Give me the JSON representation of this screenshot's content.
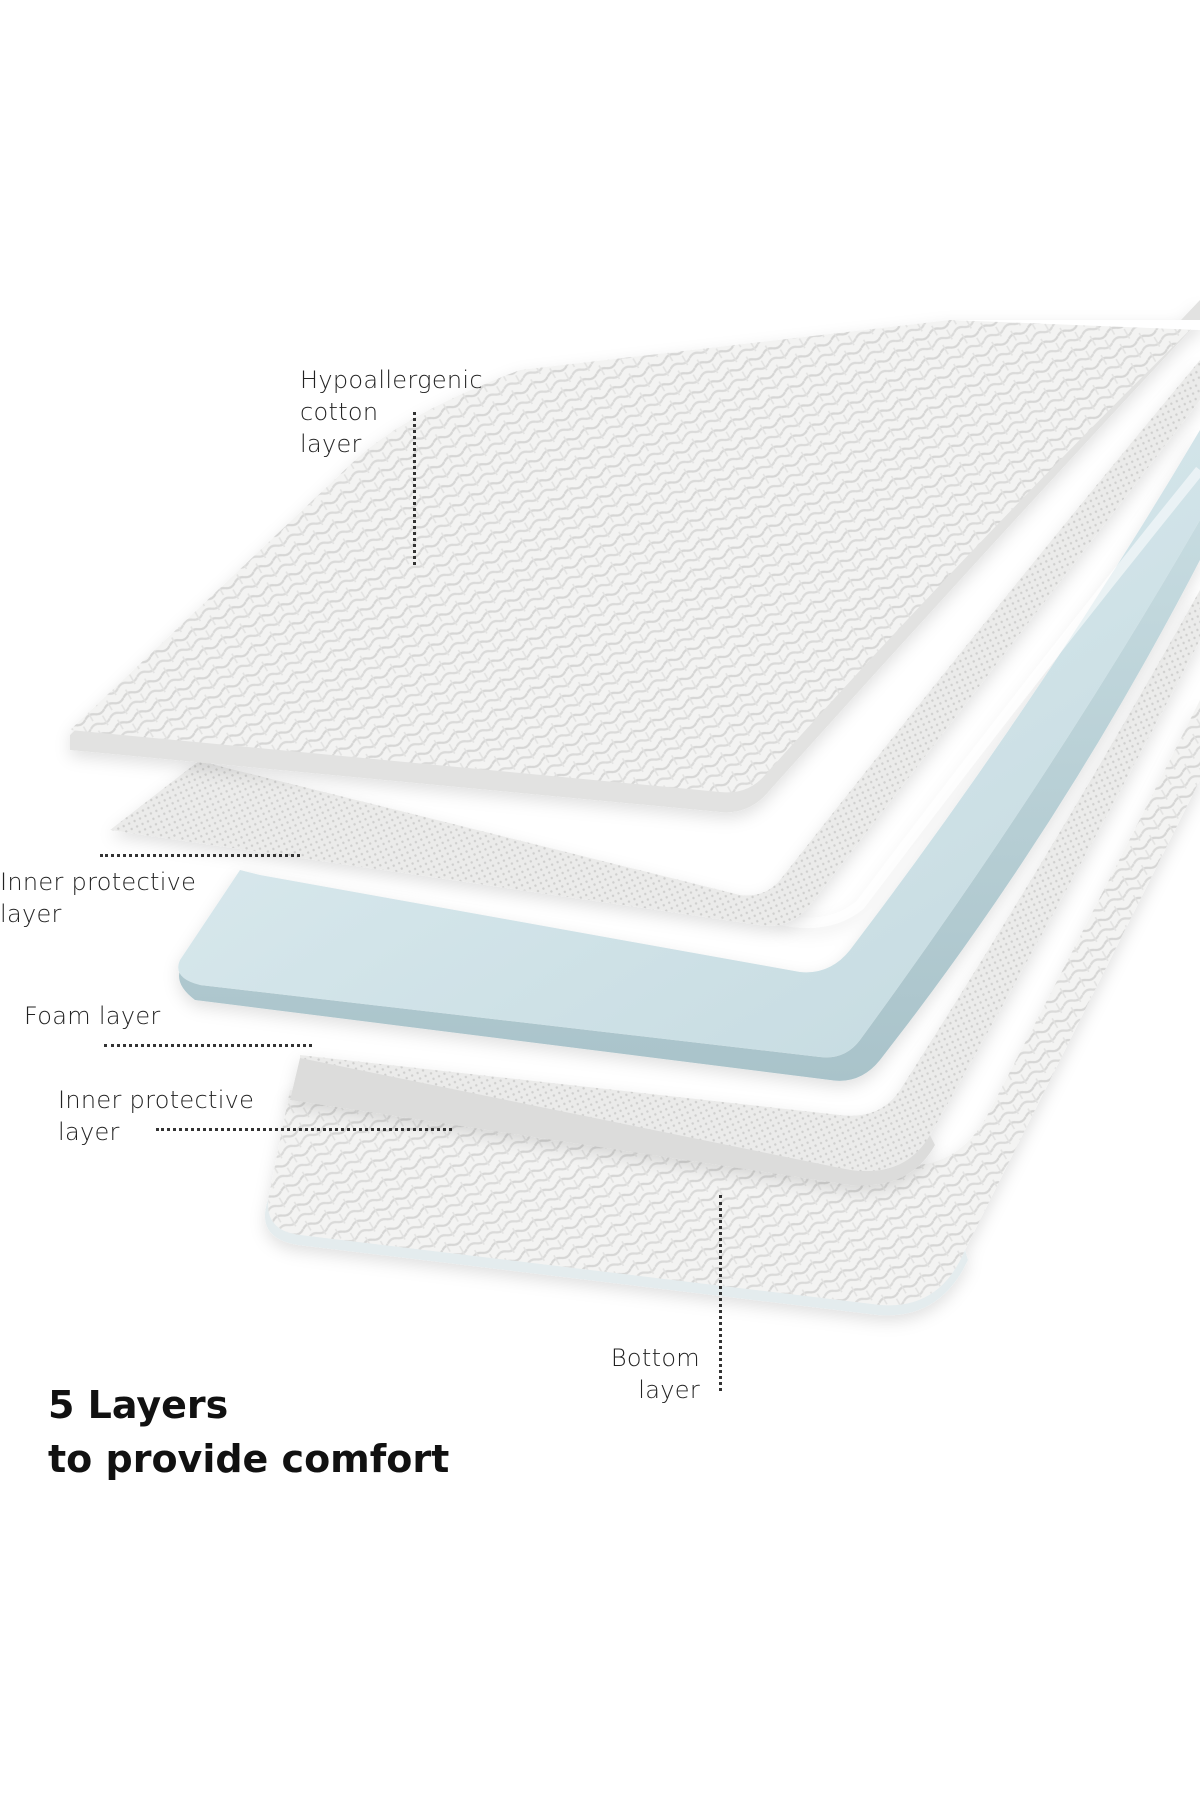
{
  "labels": {
    "top_layer": [
      "Hypoallergenic",
      "cotton",
      "layer"
    ],
    "inner_protective_1": [
      "Inner protective",
      "layer"
    ],
    "foam": [
      "Foam layer"
    ],
    "inner_protective_2": [
      "Inner protective",
      "layer"
    ],
    "bottom": [
      "Bottom",
      "layer"
    ]
  },
  "headline": [
    "5 Layers",
    "to provide comfort"
  ],
  "colors": {
    "fabric": "#f1f1f0",
    "fabric_texture": "#d9d9d8",
    "mesh": "#e6e6e5",
    "foam_top": "#d3e5ea",
    "foam_side": "#b9d0d6",
    "leader": "#333333"
  }
}
